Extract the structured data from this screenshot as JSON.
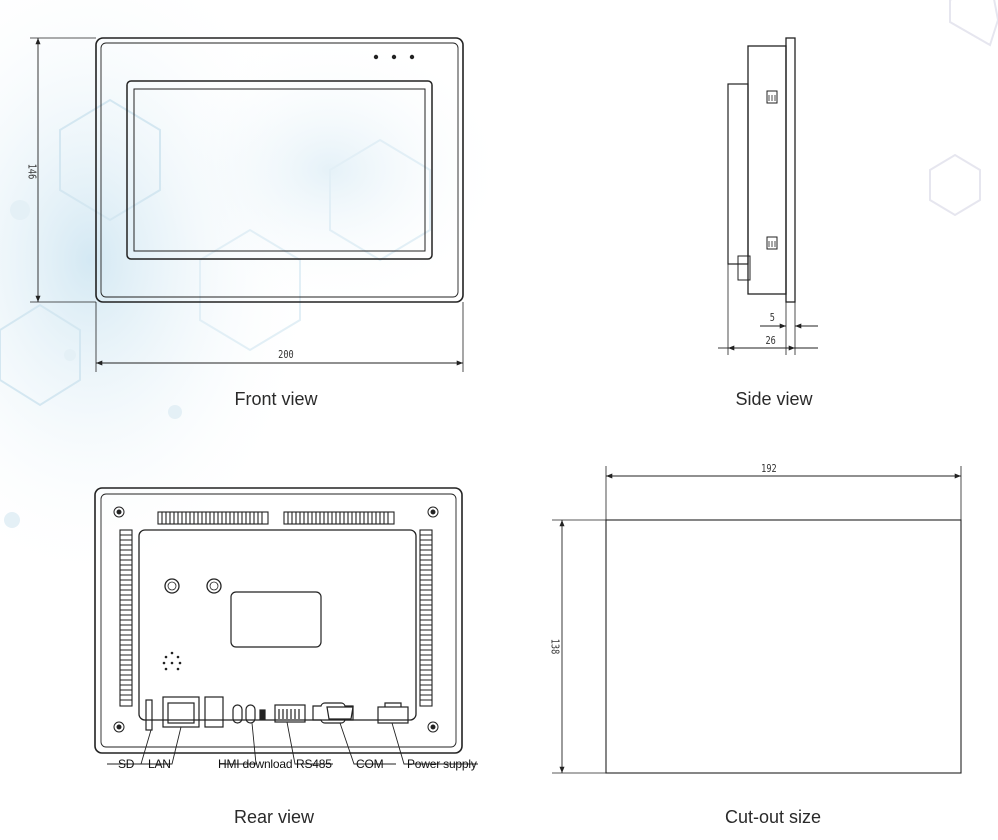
{
  "views": {
    "front": {
      "caption": "Front view",
      "width_dim": "200",
      "height_dim": "146"
    },
    "side": {
      "caption": "Side view",
      "bezel_dim": "5",
      "depth_dim": "26"
    },
    "rear": {
      "caption": "Rear view"
    },
    "cutout": {
      "caption": "Cut-out size",
      "width_dim": "192",
      "height_dim": "138"
    }
  },
  "ports": {
    "sd": "SD",
    "lan": "LAN",
    "hmi_download": "HMI download",
    "rs485": "RS485",
    "com": "COM",
    "power": "Power supply"
  },
  "colors": {
    "line": "#222222",
    "background_accent": "#cfe6f2"
  }
}
